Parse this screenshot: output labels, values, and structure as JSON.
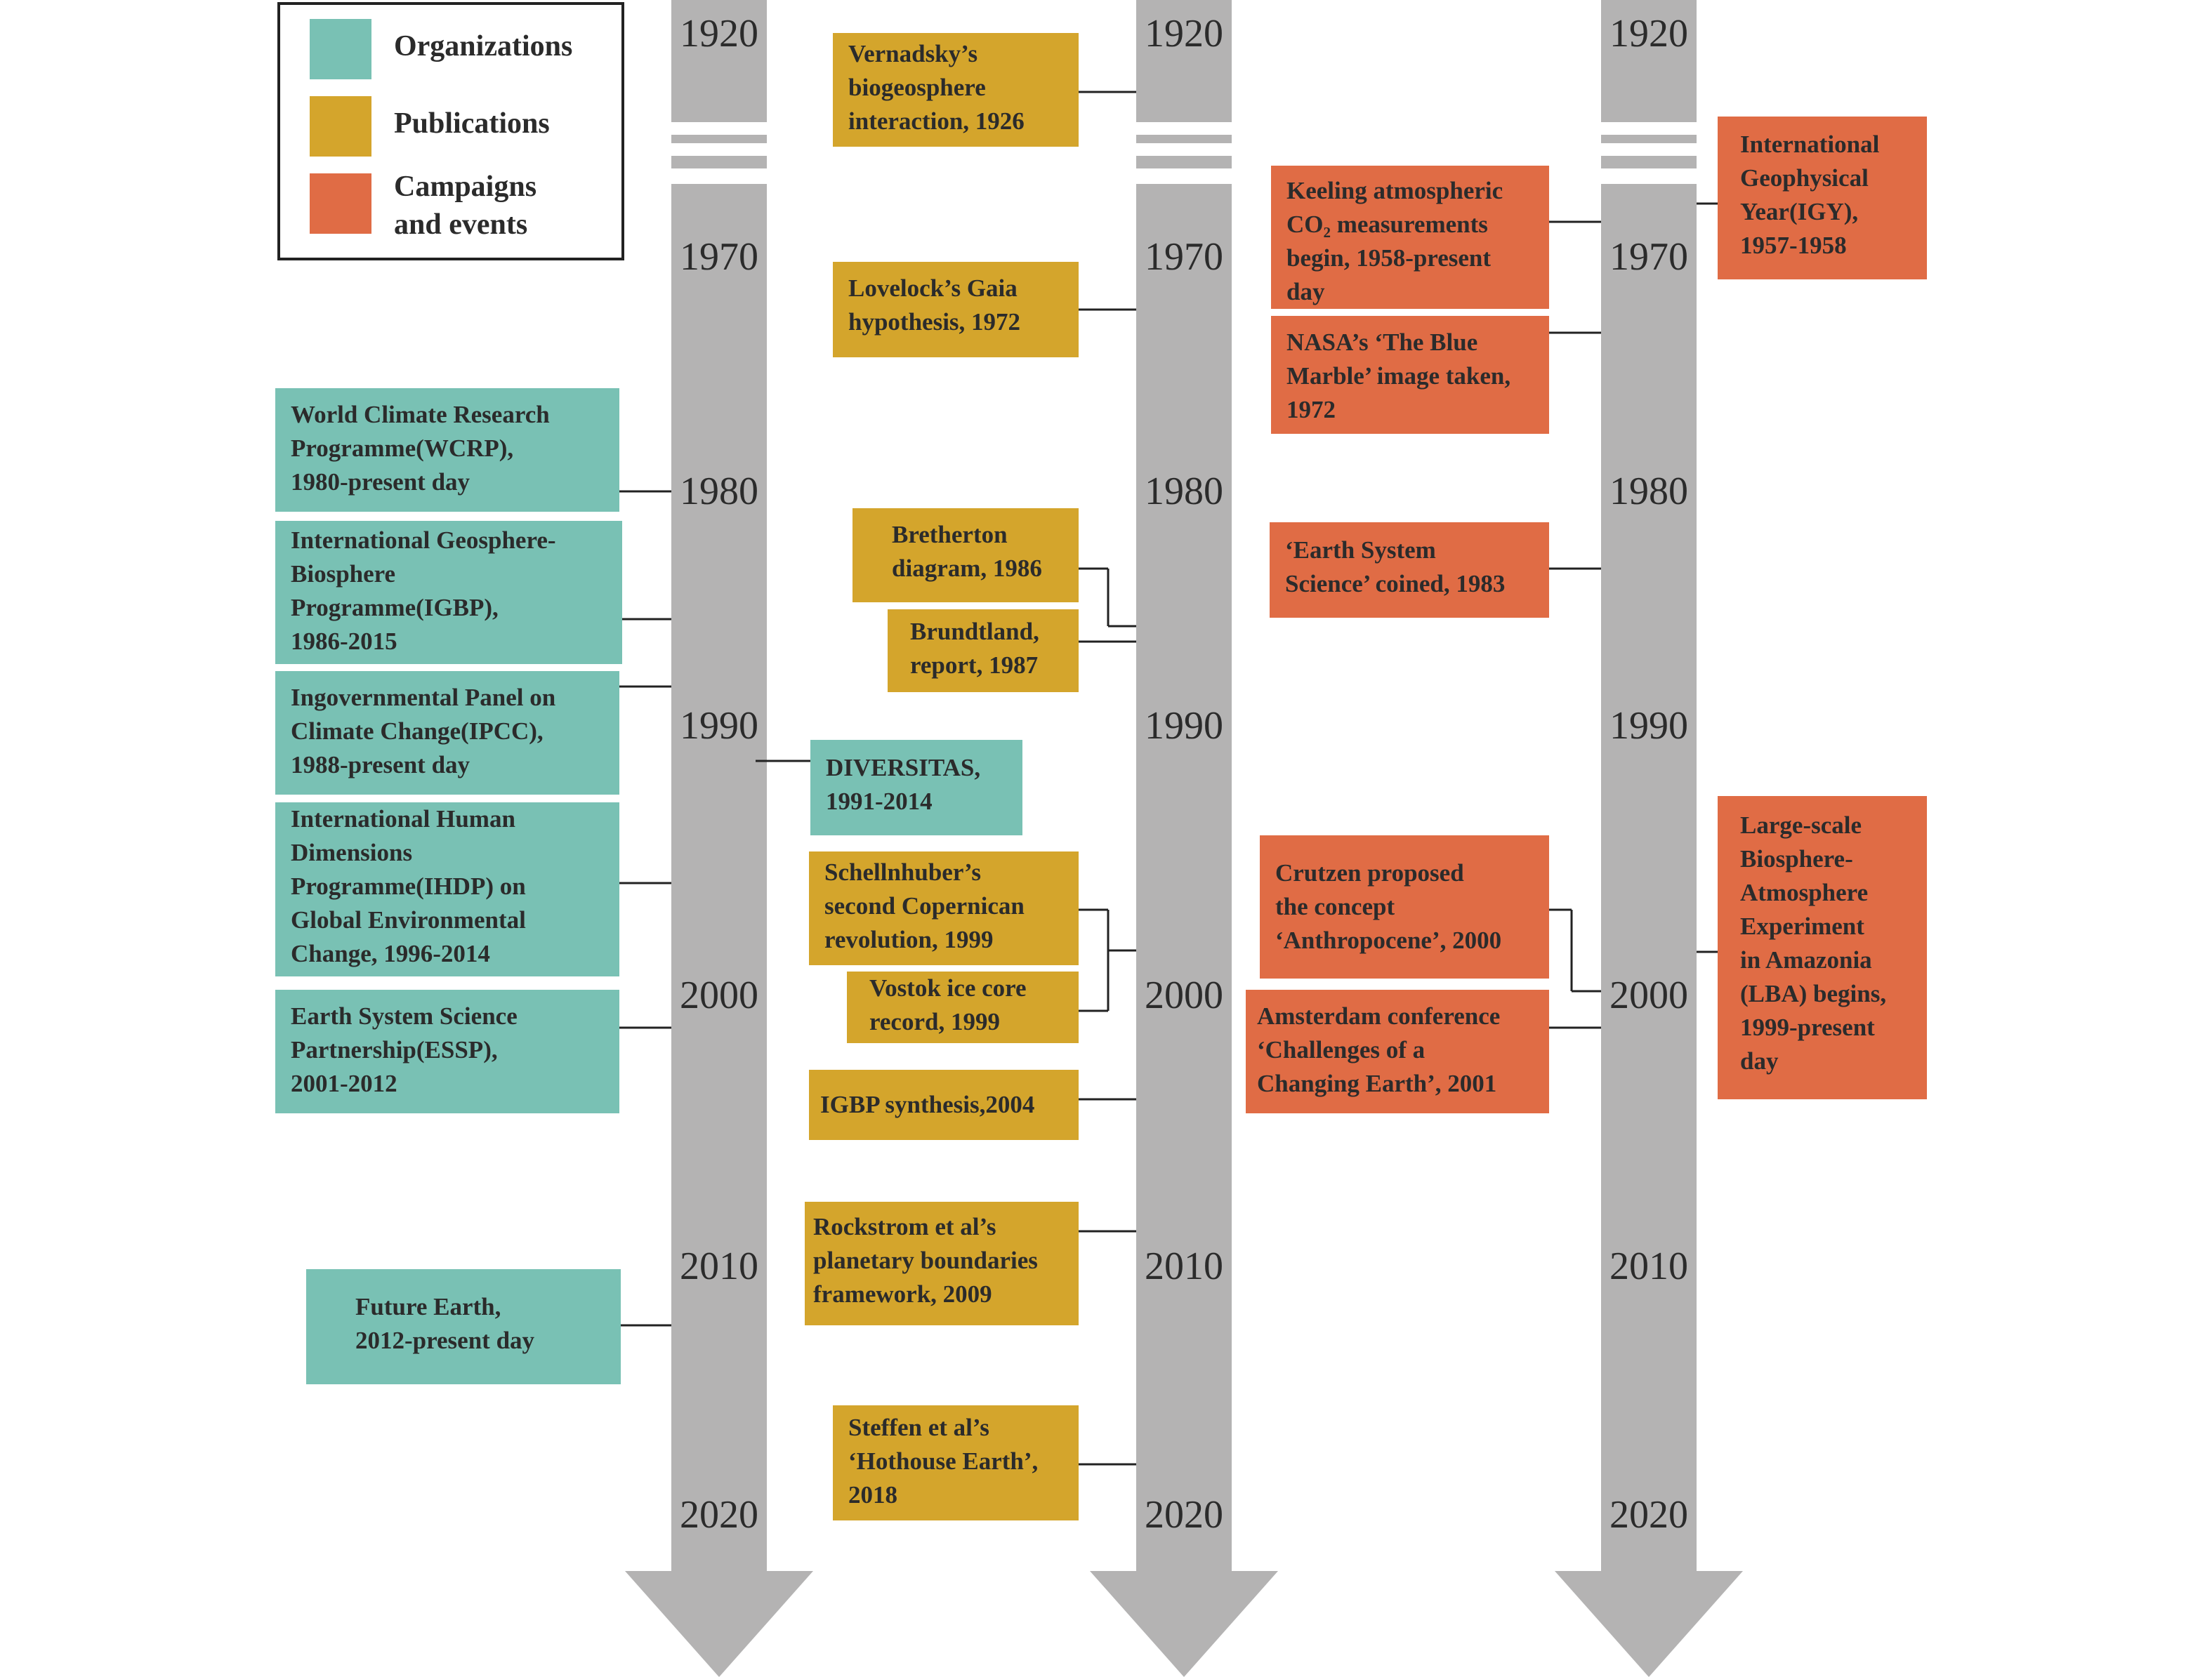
{
  "colors": {
    "organizations": "#79c1b4",
    "publications": "#d4a52c",
    "campaigns": "#e06c45",
    "timeline": "#b4b3b3"
  },
  "legend": {
    "organizations": "Organizations",
    "publications": "Publications",
    "campaigns": "Campaigns\nand events"
  },
  "timelines": [
    {
      "years": [
        "1920",
        "1970",
        "1980",
        "1990",
        "2000",
        "2010",
        "2020"
      ]
    },
    {
      "years": [
        "1920",
        "1970",
        "1980",
        "1990",
        "2000",
        "2010",
        "2020"
      ]
    },
    {
      "years": [
        "1920",
        "1970",
        "1980",
        "1990",
        "2000",
        "2010",
        "2020"
      ]
    }
  ],
  "organizations": [
    "World Climate Research\nProgramme(WCRP),\n1980-present day",
    "International Geosphere-\nBiosphere\nProgramme(IGBP),\n1986-2015",
    "Ingovernmental Panel on\nClimate Change(IPCC),\n1988-present day",
    "International Human\nDimensions\nProgramme(IHDP) on\nGlobal Environmental\nChange, 1996-2014",
    "Earth System Science\nPartnership(ESSP),\n2001-2012",
    "Future Earth,\n2012-present day",
    "DIVERSITAS,\n1991-2014"
  ],
  "publications": [
    "Vernadsky’s\nbiogeosphere\ninteraction, 1926",
    "Lovelock’s Gaia\nhypothesis, 1972",
    "Bretherton\ndiagram, 1986",
    "Brundtland,\nreport, 1987",
    "Schellnhuber’s\nsecond Copernican\nrevolution, 1999",
    "Vostok ice core\nrecord, 1999",
    "IGBP synthesis,2004",
    "Rockstrom et al’s\nplanetary boundaries\nframework, 2009",
    "Steffen et al’s\n‘Hothouse Earth’,\n2018"
  ],
  "campaigns": [
    "International\nGeophysical\nYear(IGY),\n1957-1958",
    "Keeling atmospheric\nCO₂ measurements\nbegin, 1958-present\nday",
    "NASA’s ‘The Blue\nMarble’ image taken,\n1972",
    "‘Earth System\nScience’ coined, 1983",
    "Crutzen proposed\nthe concept\n‘Anthropocene’, 2000",
    "Amsterdam conference\n‘Challenges of a\nChanging Earth’, 2001",
    "Large-scale\nBiosphere-\nAtmosphere\nExperiment\nin Amazonia\n(LBA) begins,\n1999-present\nday"
  ]
}
